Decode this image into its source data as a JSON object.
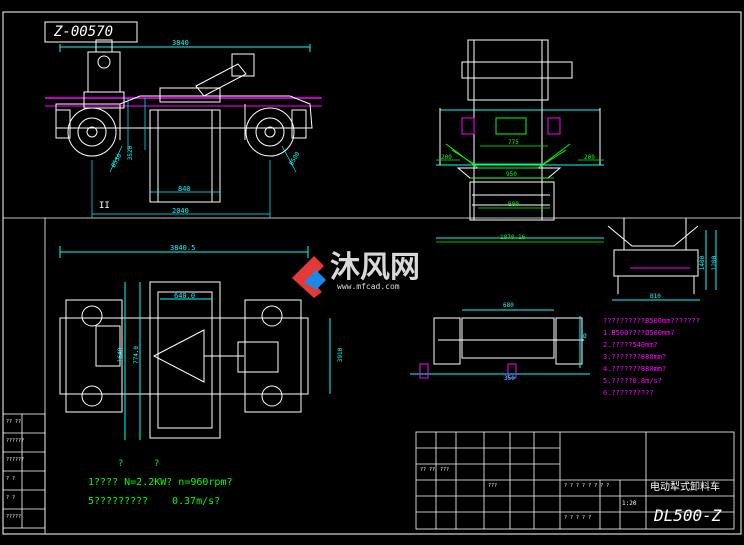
{
  "drawing_no": "Z-00570",
  "front_dims": {
    "overall": "3840",
    "track": "2040",
    "hopper": "840",
    "wheel_l": "Ø550",
    "wheel_r": "Ø500",
    "height": "3520",
    "section": "II"
  },
  "side_dims": {
    "d1": "200",
    "d2": "200",
    "d3": "775",
    "d4": "950",
    "d5": "B00",
    "overall": "1870.16"
  },
  "end_dims": {
    "width": "B10",
    "h1": "1400",
    "h2": "1200"
  },
  "plan_dims": {
    "overall": "3840.5",
    "inner": "640.0",
    "h1": "1640",
    "h2": "774.0",
    "right": "3910"
  },
  "axle_dims": {
    "top": "680",
    "bottom": "350",
    "right": "Ø"
  },
  "tech_notes": [
    "??????????B500mm???????",
    "1.B500????Ø500mm?",
    "2.?????540mm?",
    "3.???????880mm?",
    "4.???????880mm?",
    "5.?????0.8m/s?",
    "6.??????????"
  ],
  "motor_notes": {
    "marks": [
      "?",
      "?"
    ],
    "line1": "1???? N=2.2KW? n=960rpm?",
    "line2": "5?????????",
    "speed": "0.37m/s?"
  },
  "left_stamp": [
    "?? ??",
    "??????",
    "??????",
    "? ?",
    "? ?",
    "?????"
  ],
  "title_block": {
    "title": "电动犁式卸料车",
    "code": "DL500-Z",
    "scale": "1:20",
    "cells": [
      "?? ??",
      "???",
      "???",
      "? ? ? ? ? ? ? ?",
      "? ? ? ? ?"
    ]
  },
  "watermark": {
    "cn": "沐风网",
    "url": "www.mfcad.com"
  }
}
